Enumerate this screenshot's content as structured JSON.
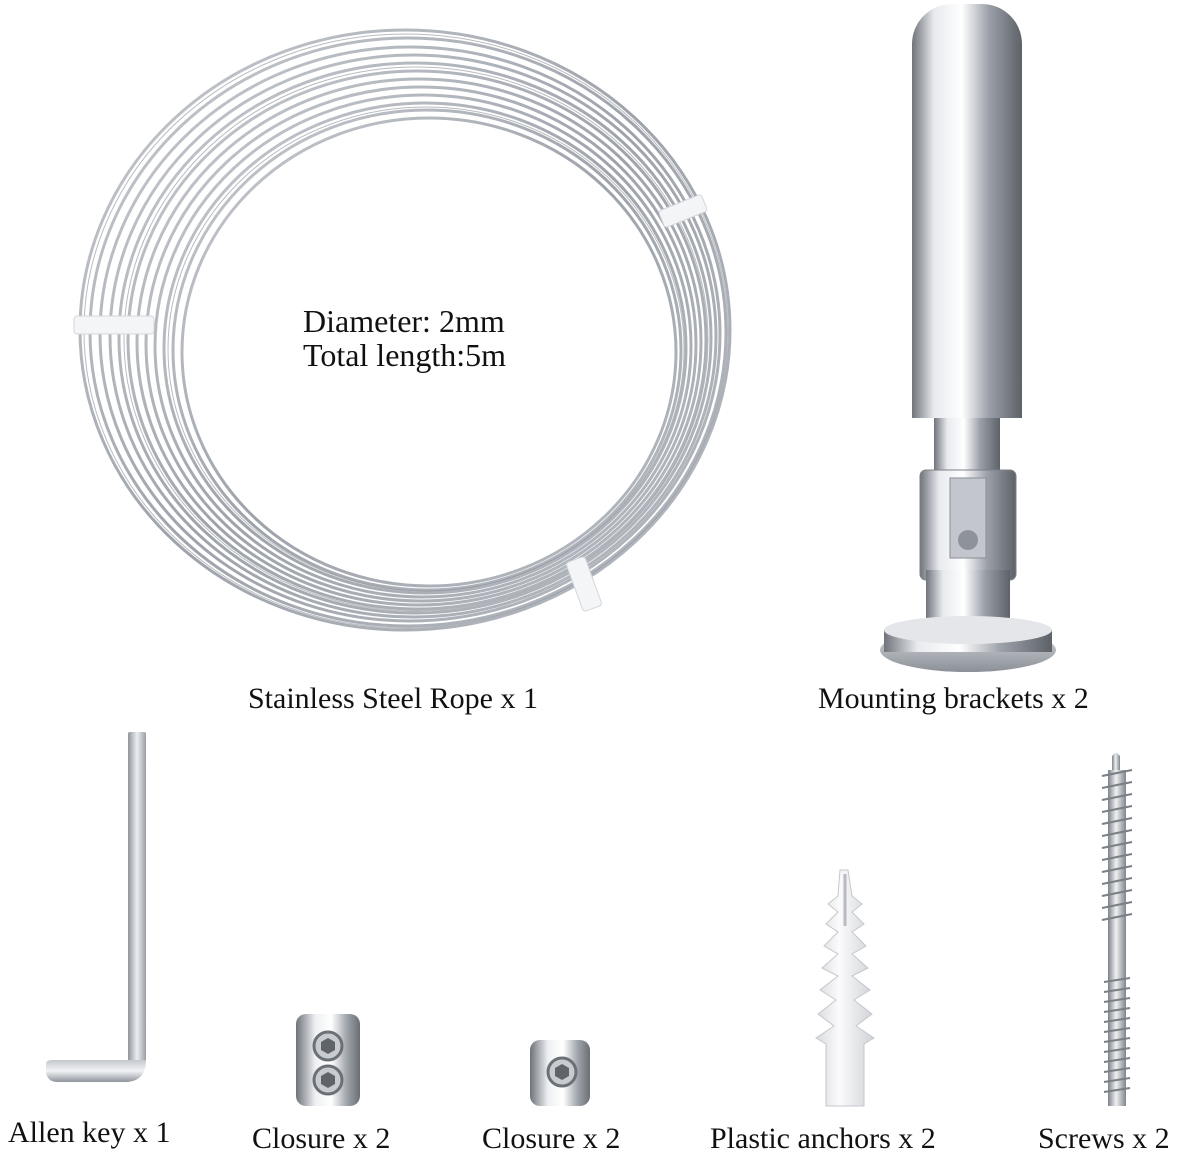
{
  "rope": {
    "label": "Stainless Steel Rope x 1",
    "spec_diameter": "Diameter: 2mm",
    "spec_length": "Total length:5m"
  },
  "bracket": {
    "label": "Mounting brackets x 2"
  },
  "allen_key": {
    "label": "Allen key x 1"
  },
  "closure_double": {
    "label": "Closure x 2"
  },
  "closure_single": {
    "label": "Closure x 2"
  },
  "anchors": {
    "label": "Plastic anchors x 2"
  },
  "screws": {
    "label": "Screws x 2"
  },
  "colors": {
    "background": "#ffffff",
    "steel_light": "#e6e8ec",
    "steel_dark": "#7d828a",
    "plastic": "#f2f3f5"
  }
}
